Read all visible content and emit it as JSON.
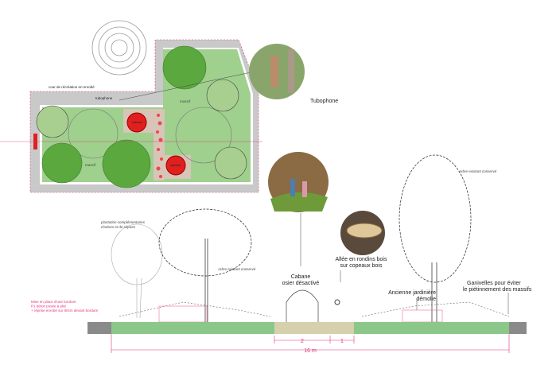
{
  "plan": {
    "courtyard_note": "cour de récréation en enrobé",
    "tubophone_small": "tubophone",
    "massif_labels": [
      "massif",
      "massif"
    ],
    "cabane_labels": [
      "cabane",
      "cabane"
    ]
  },
  "photos": {
    "tubophone_label": "Tubophone"
  },
  "section": {
    "plantation_note": [
      "plantation complémentaires",
      "d'arbres et de cépees"
    ],
    "existing_tree_left": "Arbre existant conservé",
    "existing_tree_right": "Arbre existant conservé",
    "border_note": [
      "Mise en place d'une bordure",
      "P1 béton posée à plat",
      "+ reprise enrobé sur 50cm devant bordure"
    ],
    "cabane_label": [
      "Cabane",
      "osier désactivé"
    ],
    "allee_label": [
      "Allée en rondins bois",
      "sur copeaux bois"
    ],
    "jardiniere_label": [
      "Ancienne jardinière",
      "démolie"
    ],
    "ganivelles_label": [
      "Ganivelles pour éviter",
      "le piétinnement des massifs"
    ],
    "dimensions": {
      "cabane_width": "2",
      "allee_width": "1",
      "total_width": "16 m"
    }
  },
  "colors": {
    "lawn": "#8cc78a",
    "tree": "#5aa83e",
    "accent_pink": "#e0357a",
    "cabane_red": "#e0201e",
    "paving": "#9a9a9a"
  }
}
